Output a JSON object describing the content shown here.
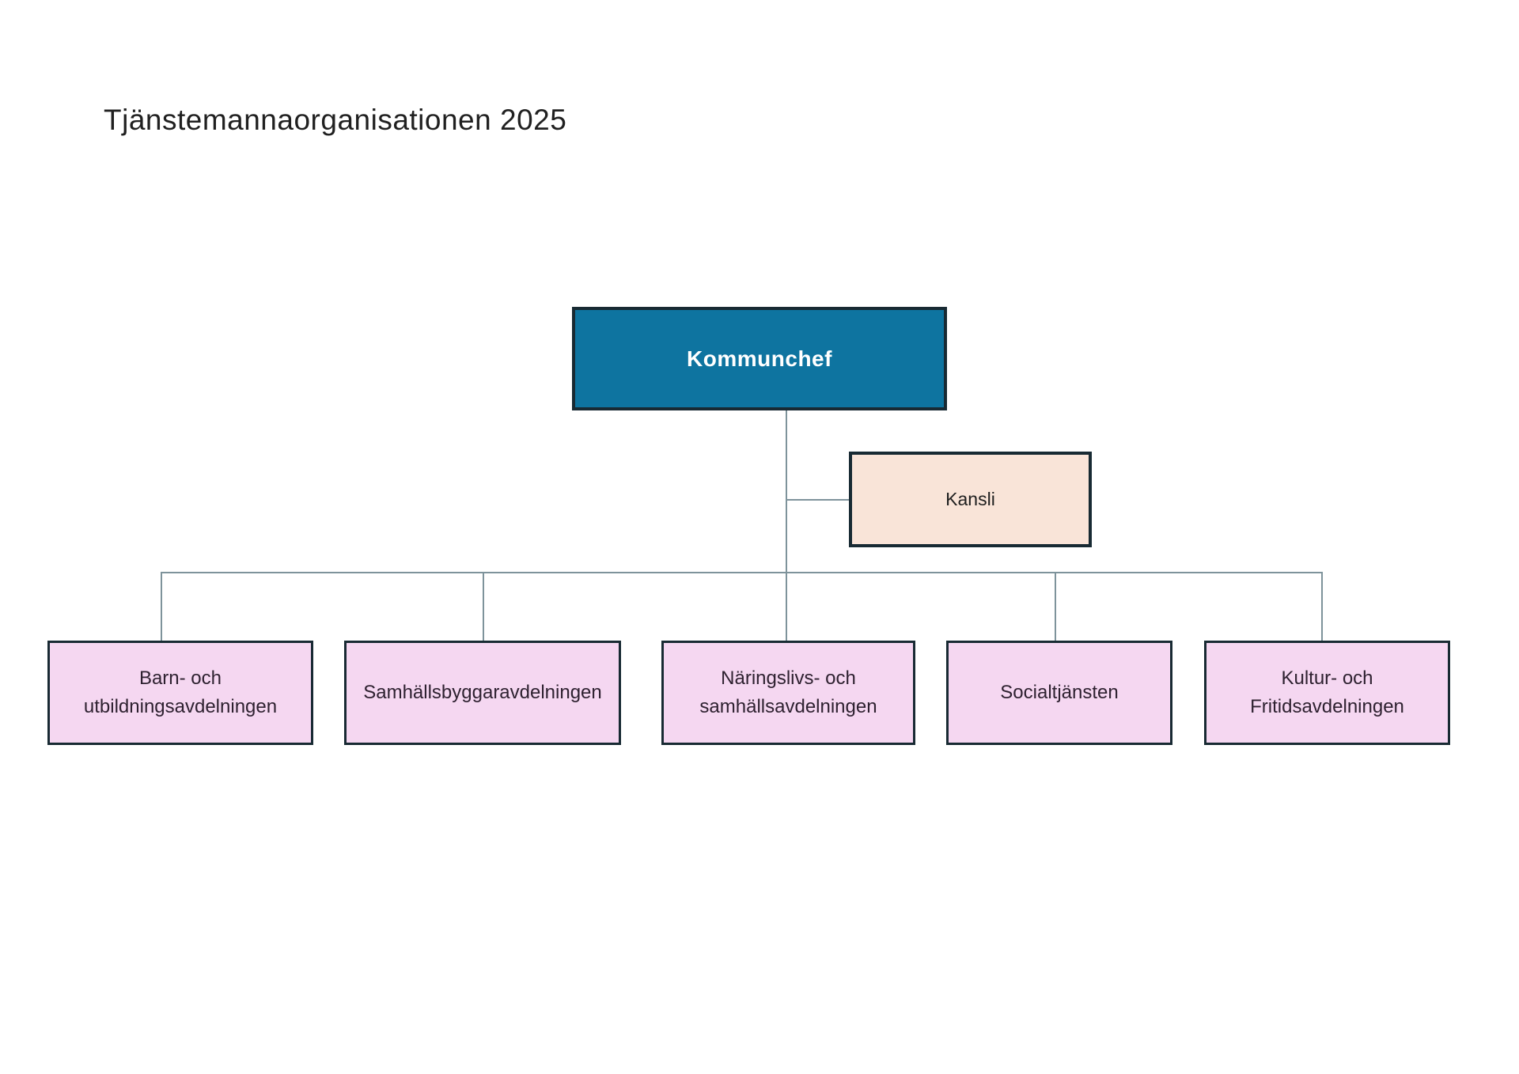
{
  "page": {
    "title": "Tjänstemannaorganisationen 2025",
    "background": "#ffffff"
  },
  "palette": {
    "executive_fill": "#0e74a0",
    "executive_text": "#ffffff",
    "staff_fill": "#f9e4d8",
    "department_fill": "#f5d7f1",
    "box_border": "#182a33",
    "connector_line": "#7e939b",
    "title_color": "#202020",
    "department_text": "#2e2130"
  },
  "org_chart": {
    "root": {
      "id": "kommunchef",
      "label": "Kommunchef"
    },
    "staff": {
      "id": "kansli",
      "label": "Kansli"
    },
    "departments": [
      {
        "id": "barn-och-utbildningsavdelningen",
        "label": "Barn- och\nutbildningsavdelningen"
      },
      {
        "id": "samhallsbyggaravdelningen",
        "label": "Samhällsbyggaravdelningen"
      },
      {
        "id": "naringslivs-och-samhallsavdelningen",
        "label": "Näringslivs- och\nsamhällsavdelningen"
      },
      {
        "id": "socialtjansten",
        "label": "Socialtjänsten"
      },
      {
        "id": "kultur-och-fritidsavdelningen",
        "label": "Kultur- och\nFritidsavdelningen"
      }
    ]
  }
}
